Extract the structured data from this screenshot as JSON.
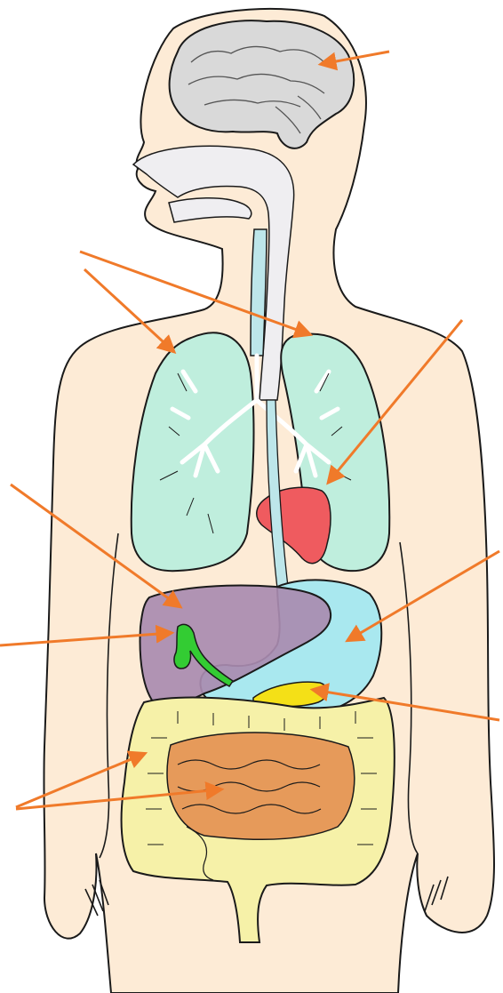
{
  "diagram": {
    "subject": "human-body-organs",
    "labels_visible": false,
    "colors": {
      "background": "#ffffff",
      "skin": "#fdebd6",
      "outline": "#1a1a1a",
      "brain": "#d9d9d9",
      "airway": "#efeef1",
      "trachea": "#bde6ea",
      "lungs": "#bfeedd",
      "bronchi": "#ffffff",
      "heart": "#ef5b5f",
      "liver": "#a98bb0",
      "gallbladder": "#33cc33",
      "stomach": "#a9e8ef",
      "pancreas": "#f4e017",
      "large_intestine": "#f6f1a8",
      "small_intestine": "#e69a5a",
      "arrow": "#f07a2a"
    },
    "pointers": [
      {
        "target": "brain"
      },
      {
        "target": "left-lung"
      },
      {
        "target": "right-lung"
      },
      {
        "target": "heart"
      },
      {
        "target": "liver"
      },
      {
        "target": "stomach"
      },
      {
        "target": "gallbladder"
      },
      {
        "target": "pancreas"
      },
      {
        "target": "large-intestine"
      },
      {
        "target": "small-intestine"
      }
    ]
  }
}
